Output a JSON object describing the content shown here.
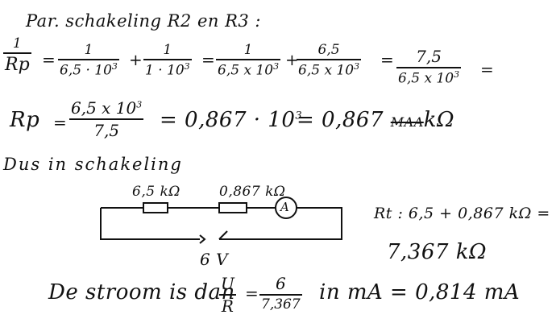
{
  "header": {
    "title": "Par. schakeling R2 en R3 :"
  },
  "eq1": {
    "lhs_num": "1",
    "lhs_den": "Rp",
    "t1_num": "1",
    "t1_den": "6,5 · 10",
    "t2_num": "1",
    "t2_den": "1 · 10",
    "t3_num": "1",
    "t3_den": "6,5 x 10",
    "t4_num": "6,5",
    "t4_den": "6,5 x 10",
    "t5_num": "7,5",
    "t5_den": "6,5 x 10",
    "exp": "3"
  },
  "eq2": {
    "lhs": "Rp",
    "num": "6,5 x 10",
    "den": "7,5",
    "exp": "3",
    "mid": "= 0,867 · 10",
    "end": "= 0,867",
    "struck": "MAA",
    "unit": "kΩ"
  },
  "section": {
    "label": "Dus in schakeling"
  },
  "circuit": {
    "r1_label": "6,5 kΩ",
    "r2_label": "0,867 kΩ",
    "meter_symbol": "A",
    "source_label": "6 V"
  },
  "total": {
    "line1": "Rt : 6,5 + 0,867 kΩ =",
    "line2": "7,367 kΩ"
  },
  "current": {
    "prefix": "De stroom is dan",
    "frac1_num": "U",
    "frac1_den": "R",
    "frac2_num": "6",
    "frac2_den": "7,367",
    "suffix": "in mA = 0,814 mA"
  }
}
